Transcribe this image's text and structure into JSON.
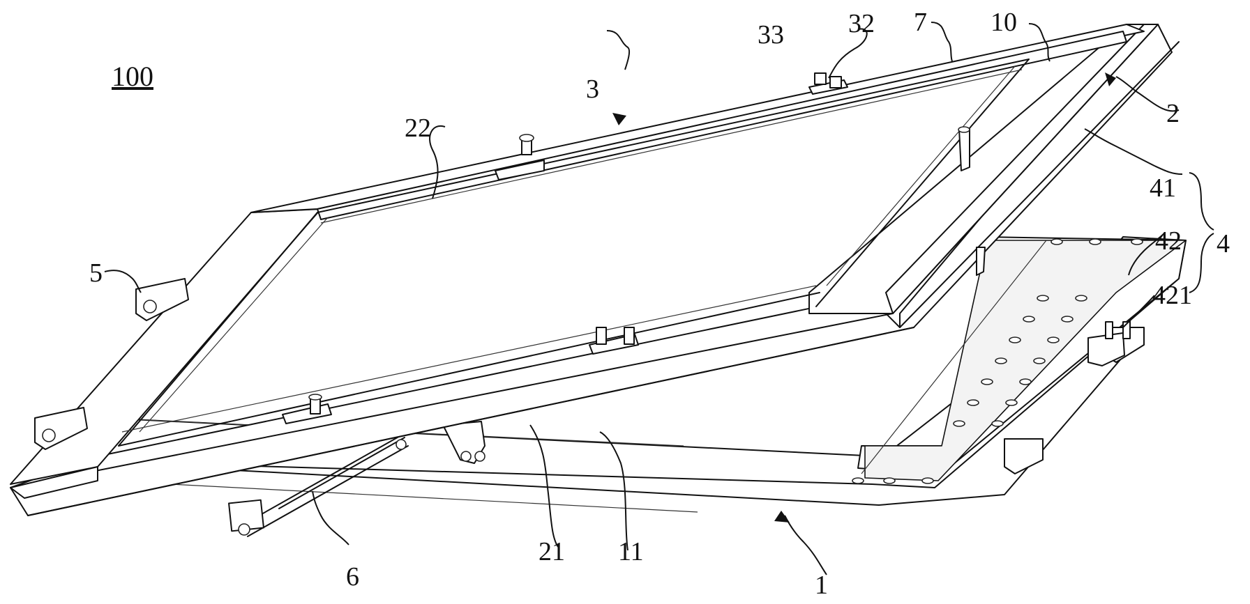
{
  "figure_number": "100",
  "labels": {
    "l1": "1",
    "l2": "2",
    "l3": "3",
    "l4": "4",
    "l5": "5",
    "l6": "6",
    "l7": "7",
    "l10": "10",
    "l11": "11",
    "l21": "21",
    "l22": "22",
    "l32": "32",
    "l33": "33",
    "l41": "41",
    "l42": "42",
    "l421": "421"
  }
}
